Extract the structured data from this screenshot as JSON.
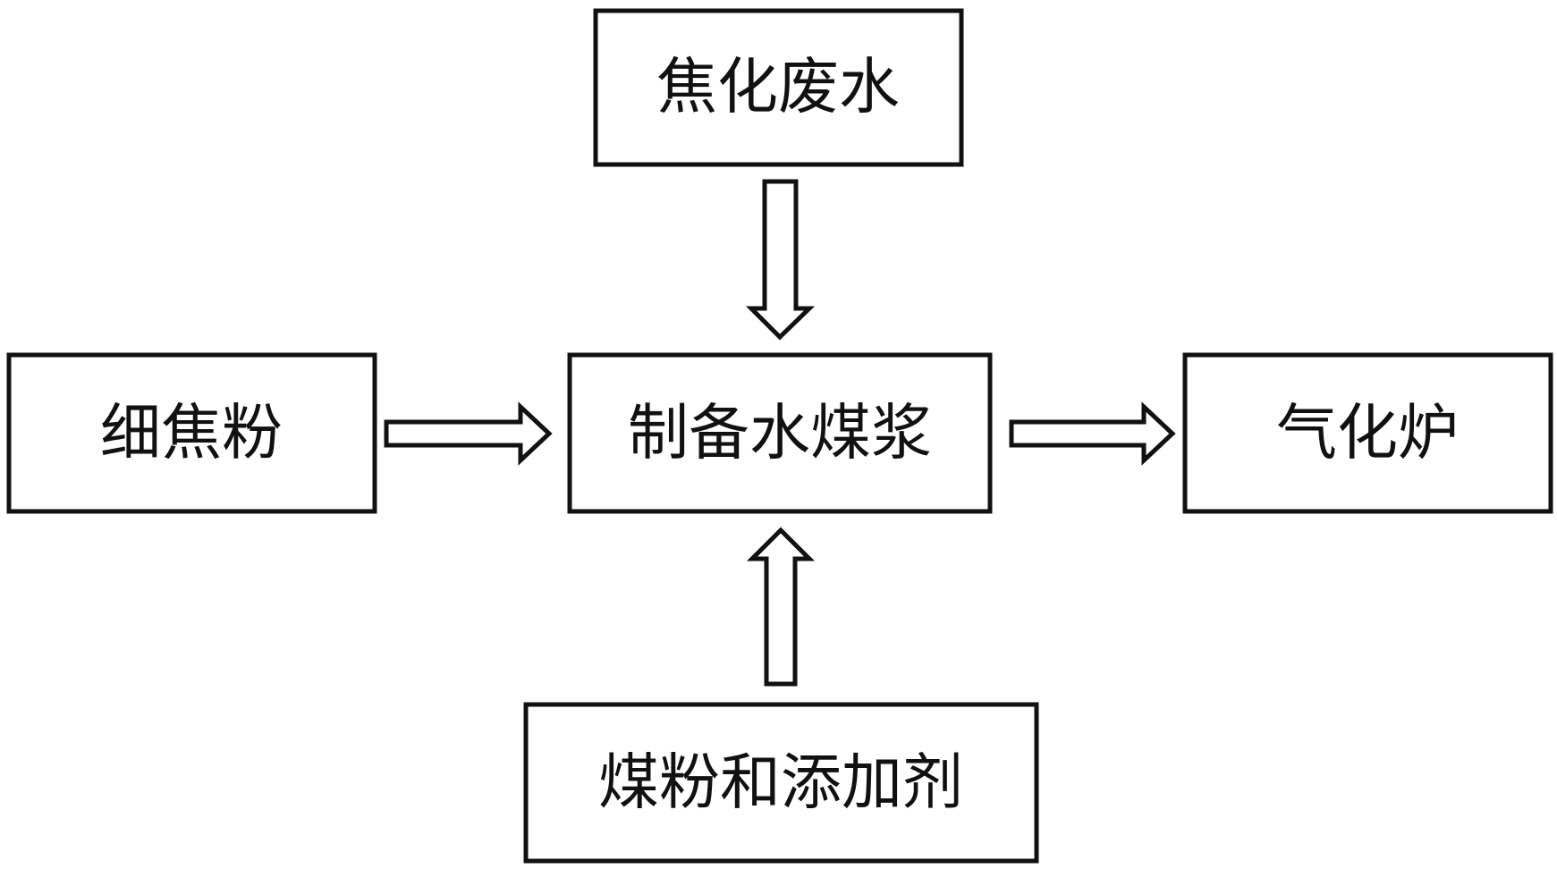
{
  "nodes": {
    "coking_wastewater": "焦化废水",
    "fine_coke_powder": "细焦粉",
    "prepare_cws": "制备水煤浆",
    "gasifier": "气化炉",
    "coal_powder_additive": "煤粉和添加剂"
  },
  "edges": [
    {
      "from": "coking_wastewater",
      "to": "prepare_cws"
    },
    {
      "from": "fine_coke_powder",
      "to": "prepare_cws"
    },
    {
      "from": "coal_powder_additive",
      "to": "prepare_cws"
    },
    {
      "from": "prepare_cws",
      "to": "gasifier"
    }
  ],
  "colors": {
    "line": "#111111",
    "fill": "#ffffff"
  }
}
